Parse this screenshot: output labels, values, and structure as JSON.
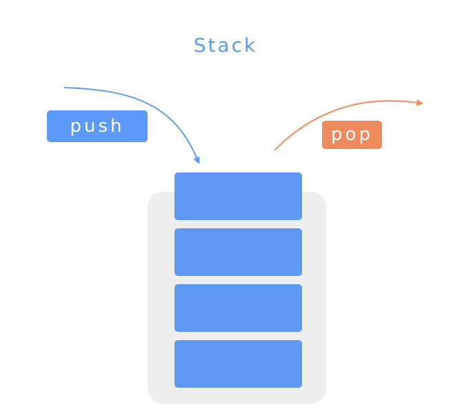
{
  "diagram": {
    "title": "Stack",
    "push_label": "push",
    "pop_label": "pop",
    "block_count": 4,
    "colors": {
      "title": "#5b9bea",
      "push": "#5b9bf7",
      "pop": "#ef8a5e",
      "block": "#5f99f6",
      "container": "#eeeeee"
    }
  }
}
